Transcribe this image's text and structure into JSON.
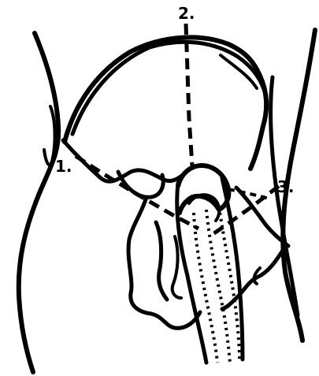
{
  "diagram": {
    "labels": {
      "one": "1.",
      "two": "2.",
      "three": "3."
    },
    "colors": {
      "ink": "#000000",
      "background": "#ffffff"
    }
  }
}
